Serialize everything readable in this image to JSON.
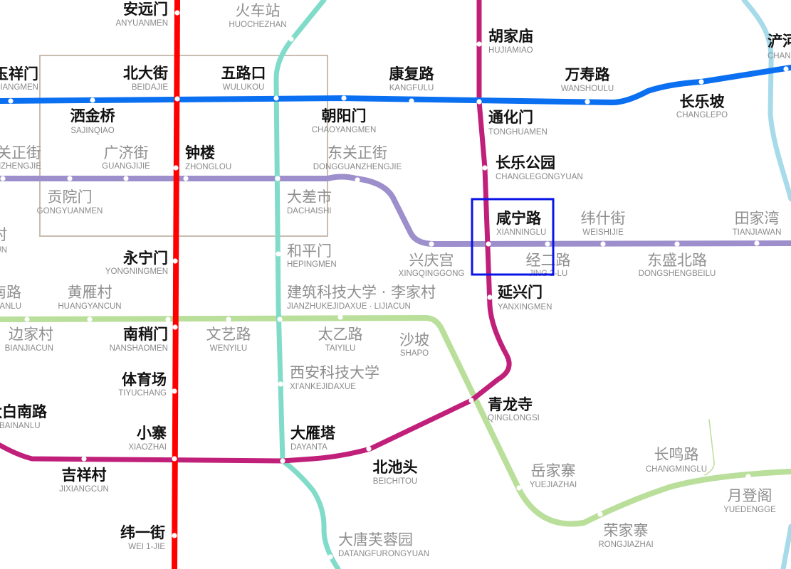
{
  "lines": {
    "line2_red": {
      "color": "#ff0000"
    },
    "line1_blue": {
      "color": "#0a6ff0"
    },
    "line3_magenta": {
      "color": "#c0207a"
    },
    "line4_teal": {
      "color": "#80dcc9"
    },
    "line6_purple": {
      "color": "#9d8fcb"
    },
    "line5_green": {
      "color": "#b9df9b"
    },
    "ring_lightblue": {
      "color": "#a8dbea"
    },
    "city_wall": {
      "color": "#c9bdb1"
    }
  },
  "highlight": {
    "station": "xianninglu",
    "color": "#0a14e6"
  },
  "stations": {
    "anyuanmen": {
      "zh": "安远门",
      "py": "ANYUANMEN"
    },
    "huochezhan": {
      "zh": "火车站",
      "py": "HUOCHEZHAN"
    },
    "yuxiangmen": {
      "zh": "玉祥门",
      "py": "YUXIANGMEN"
    },
    "beidajie": {
      "zh": "北大街",
      "py": "BEIDAJIE"
    },
    "wulukou": {
      "zh": "五路口",
      "py": "WULUKOU"
    },
    "kangfulu": {
      "zh": "康复路",
      "py": "KANGFULU"
    },
    "hujiamiao": {
      "zh": "胡家庙",
      "py": "HUJIAMIAO"
    },
    "wanshoulu": {
      "zh": "万寿路",
      "py": "WANSHOULU"
    },
    "changlepo": {
      "zh": "长乐坡",
      "py": "CHANGLEPO"
    },
    "chanhe": {
      "zh": "浐河",
      "py": "CHANHE"
    },
    "sajinqiao": {
      "zh": "洒金桥",
      "py": "SAJINQIAO"
    },
    "chaoyangmen": {
      "zh": "朝阳门",
      "py": "CHAOYANGMEN"
    },
    "tonghuamen": {
      "zh": "通化门",
      "py": "TONGHUAMEN"
    },
    "xiguanzhengjie": {
      "zh": "西关正街",
      "py": "XIGUANZHENGJIE"
    },
    "guangjijie": {
      "zh": "广济街",
      "py": "GUANGJIJIE"
    },
    "zhonglou": {
      "zh": "钟楼",
      "py": "ZHONGLOU"
    },
    "dongguanzhengjie": {
      "zh": "东关正街",
      "py": "DONGGUANZHENGJIE"
    },
    "changlegongyuan": {
      "zh": "长乐公园",
      "py": "CHANGLEGONGYUAN"
    },
    "gongyuanmen": {
      "zh": "贡院门",
      "py": "GONGYUANMEN"
    },
    "dachaishi": {
      "zh": "大差市",
      "py": "DACHAISHI"
    },
    "xianninglu": {
      "zh": "咸宁路",
      "py": "XIANNINGLU"
    },
    "weishijie": {
      "zh": "纬什街",
      "py": "WEISHIJIE"
    },
    "tianjiawan": {
      "zh": "田家湾",
      "py": "TIANJIAWAN"
    },
    "cun_left": {
      "zh": "村",
      "py": "CUN"
    },
    "yongningmen": {
      "zh": "永宁门",
      "py": "YONGNINGMEN"
    },
    "hepingmen": {
      "zh": "和平门",
      "py": "HEPINGMEN"
    },
    "xingqinggong": {
      "zh": "兴庆宫",
      "py": "XINGQINGGONG"
    },
    "jing2lu": {
      "zh": "经二路",
      "py": "JING 2-LU"
    },
    "dongshengbeilu": {
      "zh": "东盛北路",
      "py": "DONGSHENGBEILU"
    },
    "nanlu_left": {
      "zh": "南路",
      "py": "NANLU"
    },
    "huangyancun": {
      "zh": "黄雁村",
      "py": "HUANGYANCUN"
    },
    "jianzhukejidaxue": {
      "zh": "建筑科技大学 · 李家村",
      "py": "JIANZHUKEJIDAXUE · LIJIACUN"
    },
    "yanxingmen": {
      "zh": "延兴门",
      "py": "YANXINGMEN"
    },
    "bianjiacun": {
      "zh": "边家村",
      "py": "BIANJIACUN"
    },
    "nanshaomen": {
      "zh": "南稍门",
      "py": "NANSHAOMEN"
    },
    "wenyilu": {
      "zh": "文艺路",
      "py": "WENYILU"
    },
    "taiyilu": {
      "zh": "太乙路",
      "py": "TAIYILU"
    },
    "shapo": {
      "zh": "沙坡",
      "py": "SHAPO"
    },
    "xiankejidaxue": {
      "zh": "西安科技大学",
      "py": "XI'ANKEJIDAXUE"
    },
    "tiyuchang": {
      "zh": "体育场",
      "py": "TIYUCHANG"
    },
    "taibainanlu": {
      "zh": "太白南路",
      "py": "TAIBAINANLU"
    },
    "qinglongsi": {
      "zh": "青龙寺",
      "py": "QINGLONGSI"
    },
    "xiaozhai": {
      "zh": "小寨",
      "py": "XIAOZHAI"
    },
    "dayanta": {
      "zh": "大雁塔",
      "py": "DAYANTA"
    },
    "changminglu": {
      "zh": "长鸣路",
      "py": "CHANGMINGLU"
    },
    "beichitou": {
      "zh": "北池头",
      "py": "BEICHITOU"
    },
    "yuejiazhai": {
      "zh": "岳家寨",
      "py": "YUEJIAZHAI"
    },
    "jixiangcun": {
      "zh": "吉祥村",
      "py": "JIXIANGCUN"
    },
    "yuedengge": {
      "zh": "月登阁",
      "py": "YUEDENGGE"
    },
    "rongjiazhai": {
      "zh": "荣家寨",
      "py": "RONGJIAZHAI"
    },
    "wei1jie": {
      "zh": "纬一街",
      "py": "WEI 1-JIE"
    },
    "datangfurongyuan": {
      "zh": "大唐芙蓉园",
      "py": "DATANGFURONGYUAN"
    }
  }
}
